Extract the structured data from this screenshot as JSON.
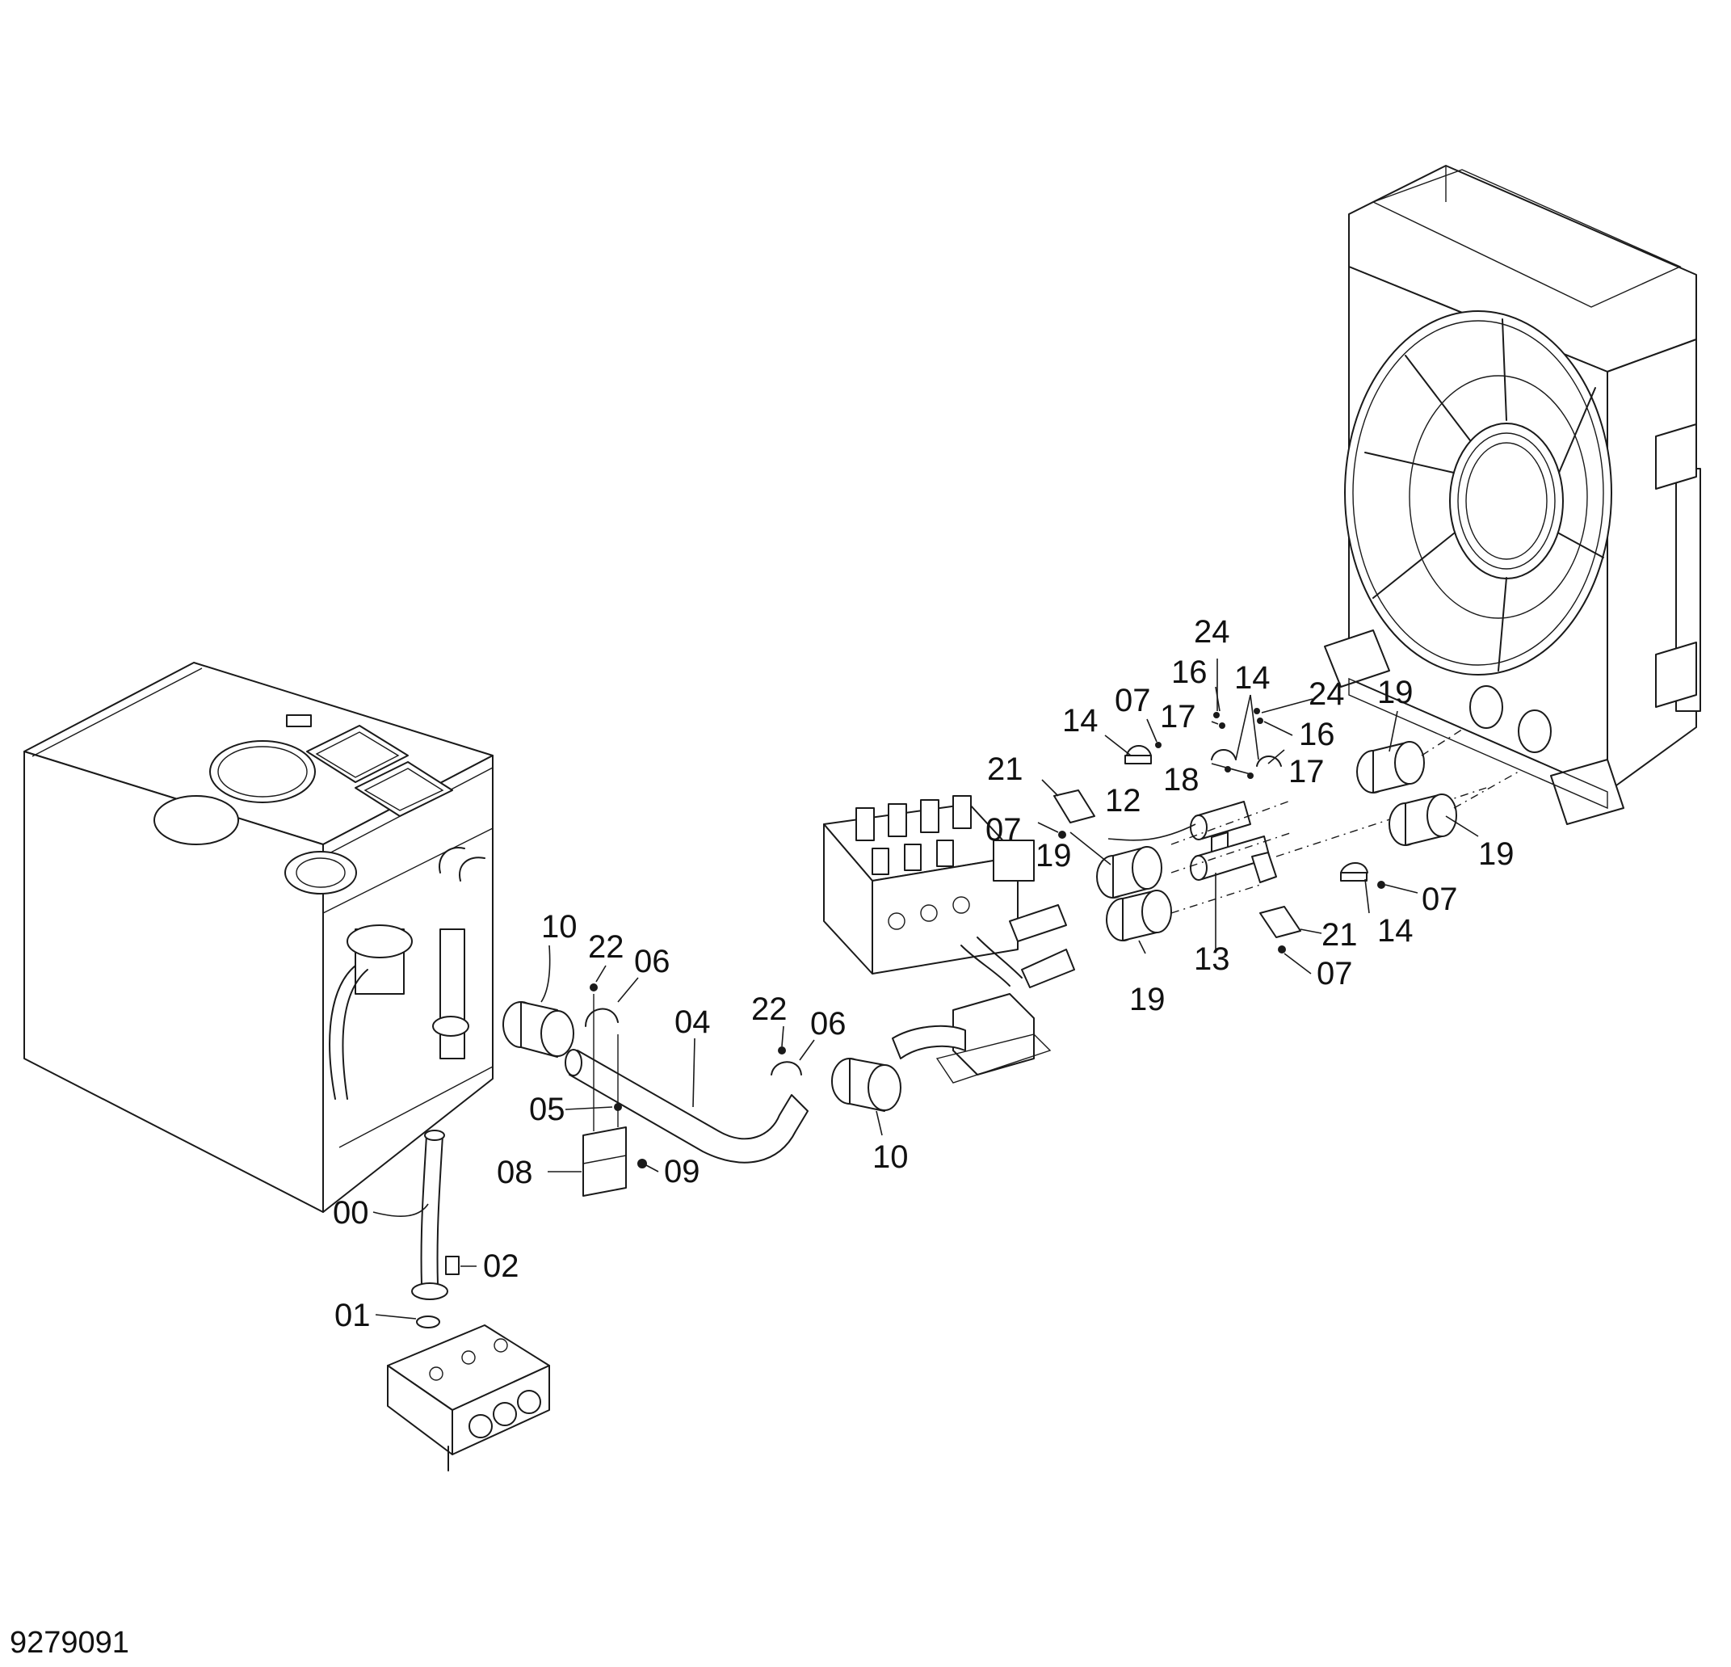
{
  "drawing_number": "9279091",
  "part_labels": {
    "p00": "00",
    "p01": "01",
    "p02": "02",
    "p04": "04",
    "p05": "05",
    "p06a": "06",
    "p06b": "06",
    "p07a": "07",
    "p07b": "07",
    "p07c": "07",
    "p07d": "07",
    "p08": "08",
    "p09": "09",
    "p10a": "10",
    "p10b": "10",
    "p12": "12",
    "p13": "13",
    "p14a": "14",
    "p14b": "14",
    "p14c": "14",
    "p16a": "16",
    "p16b": "16",
    "p17a": "17",
    "p17b": "17",
    "p18": "18",
    "p19a": "19",
    "p19b": "19",
    "p19c": "19",
    "p19d": "19",
    "p21a": "21",
    "p21b": "21",
    "p22a": "22",
    "p22b": "22",
    "p24a": "24",
    "p24b": "24"
  },
  "components": [
    "hydraulic-tank",
    "control-valve-lower",
    "control-valve-center",
    "oil-cooler-fan-assembly",
    "return-pipe",
    "suction-hose",
    "pipe-clamps",
    "hose-couplings",
    "mounting-brackets"
  ]
}
